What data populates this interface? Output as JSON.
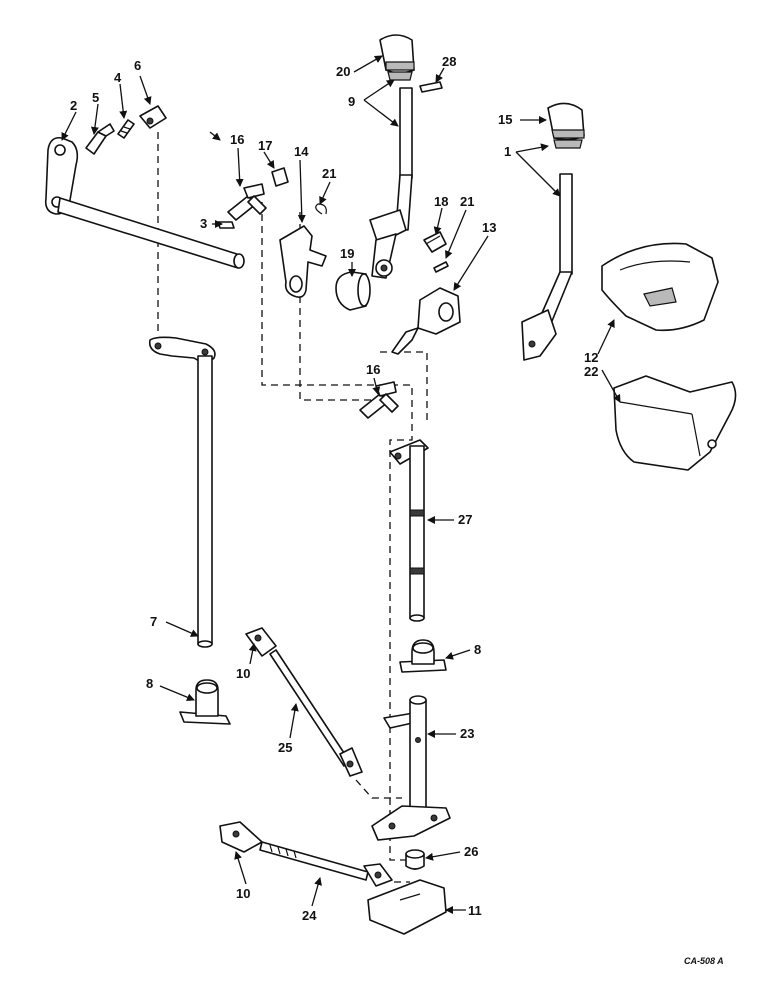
{
  "drawing_code": "CA-508 A",
  "callouts": {
    "c1": "1",
    "c2": "2",
    "c3": "3",
    "c4": "4",
    "c5": "5",
    "c6": "6",
    "c7": "7",
    "c8a": "8",
    "c8b": "8",
    "c9": "9",
    "c10a": "10",
    "c10b": "10",
    "c11": "11",
    "c12": "12",
    "c13": "13",
    "c14": "14",
    "c15": "15",
    "c16a": "16",
    "c16b": "16",
    "c17": "17",
    "c18": "18",
    "c19": "19",
    "c20": "20",
    "c21a": "21",
    "c21b": "21",
    "c22": "22",
    "c23": "23",
    "c24": "24",
    "c25": "25",
    "c26": "26",
    "c27": "27",
    "c28": "28"
  }
}
